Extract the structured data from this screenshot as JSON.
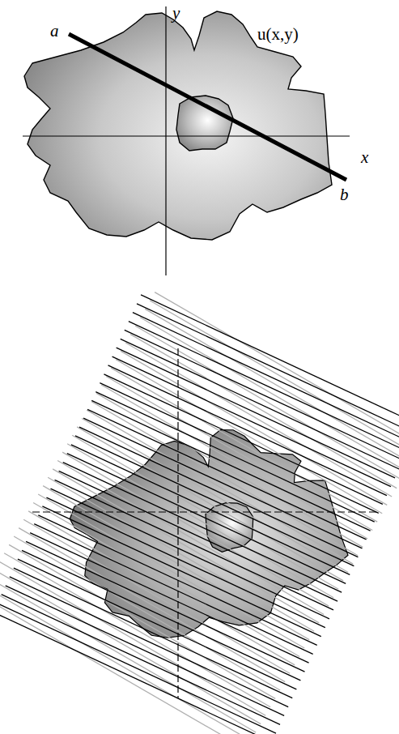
{
  "diagram": {
    "labels": [
      "a",
      "y",
      "u(x,y)",
      "x",
      "b"
    ]
  }
}
